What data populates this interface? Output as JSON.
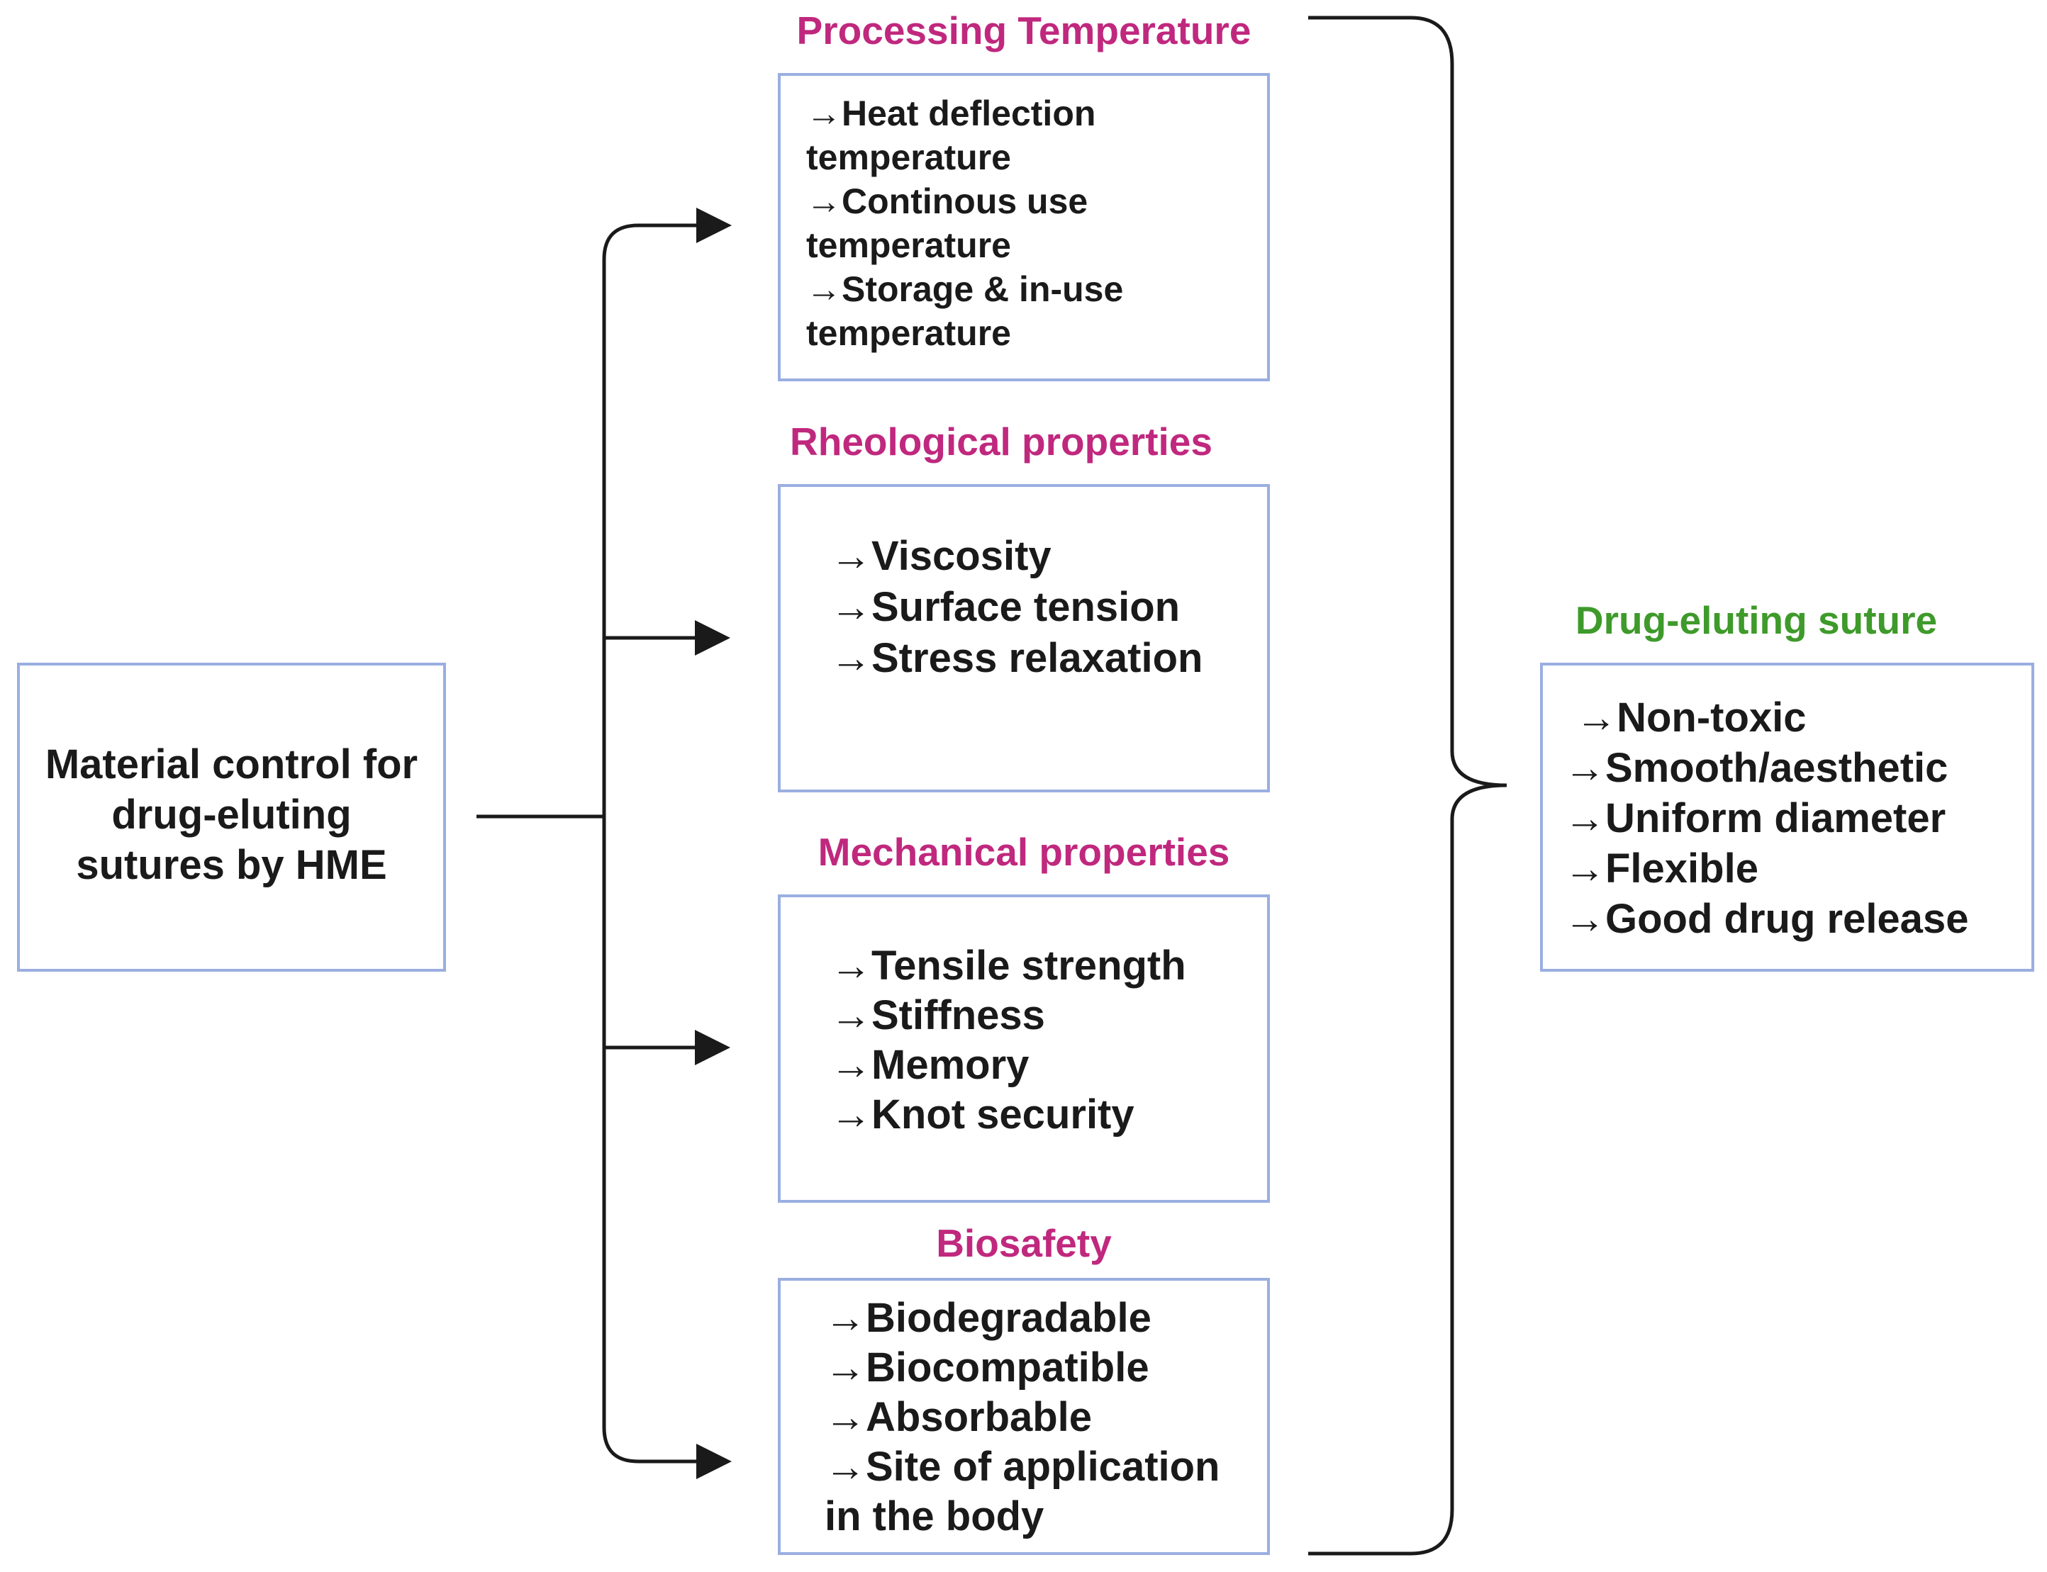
{
  "colors": {
    "heading_magenta": "#c0287e",
    "heading_green": "#3e9a2a",
    "box_border": "#9aaee0",
    "connector": "#1a1a1a",
    "text": "#1a1a1a"
  },
  "origin": {
    "lines": [
      "Material control for",
      "drug-eluting",
      "sutures by HME"
    ]
  },
  "categories": [
    {
      "key": "processing",
      "heading": "Processing Temperature",
      "items": [
        "→Heat deflection",
        "temperature",
        "→Continous use",
        "temperature",
        "→Storage & in-use",
        "temperature"
      ]
    },
    {
      "key": "rheological",
      "heading": "Rheological properties",
      "items": [
        "→Viscosity",
        "→Surface tension",
        "→Stress relaxation"
      ]
    },
    {
      "key": "mechanical",
      "heading": "Mechanical properties",
      "items": [
        "→Tensile strength",
        "→Stiffness",
        "→Memory",
        "→Knot security"
      ]
    },
    {
      "key": "biosafety",
      "heading": "Biosafety",
      "items": [
        "→Biodegradable",
        "→Biocompatible",
        "→Absorbable",
        "→Site of application",
        "in the body"
      ]
    }
  ],
  "outcome": {
    "heading": "Drug-eluting suture",
    "items": [
      " →Non-toxic",
      "→Smooth/aesthetic",
      "→Uniform diameter",
      "→Flexible",
      "→Good drug release"
    ]
  }
}
